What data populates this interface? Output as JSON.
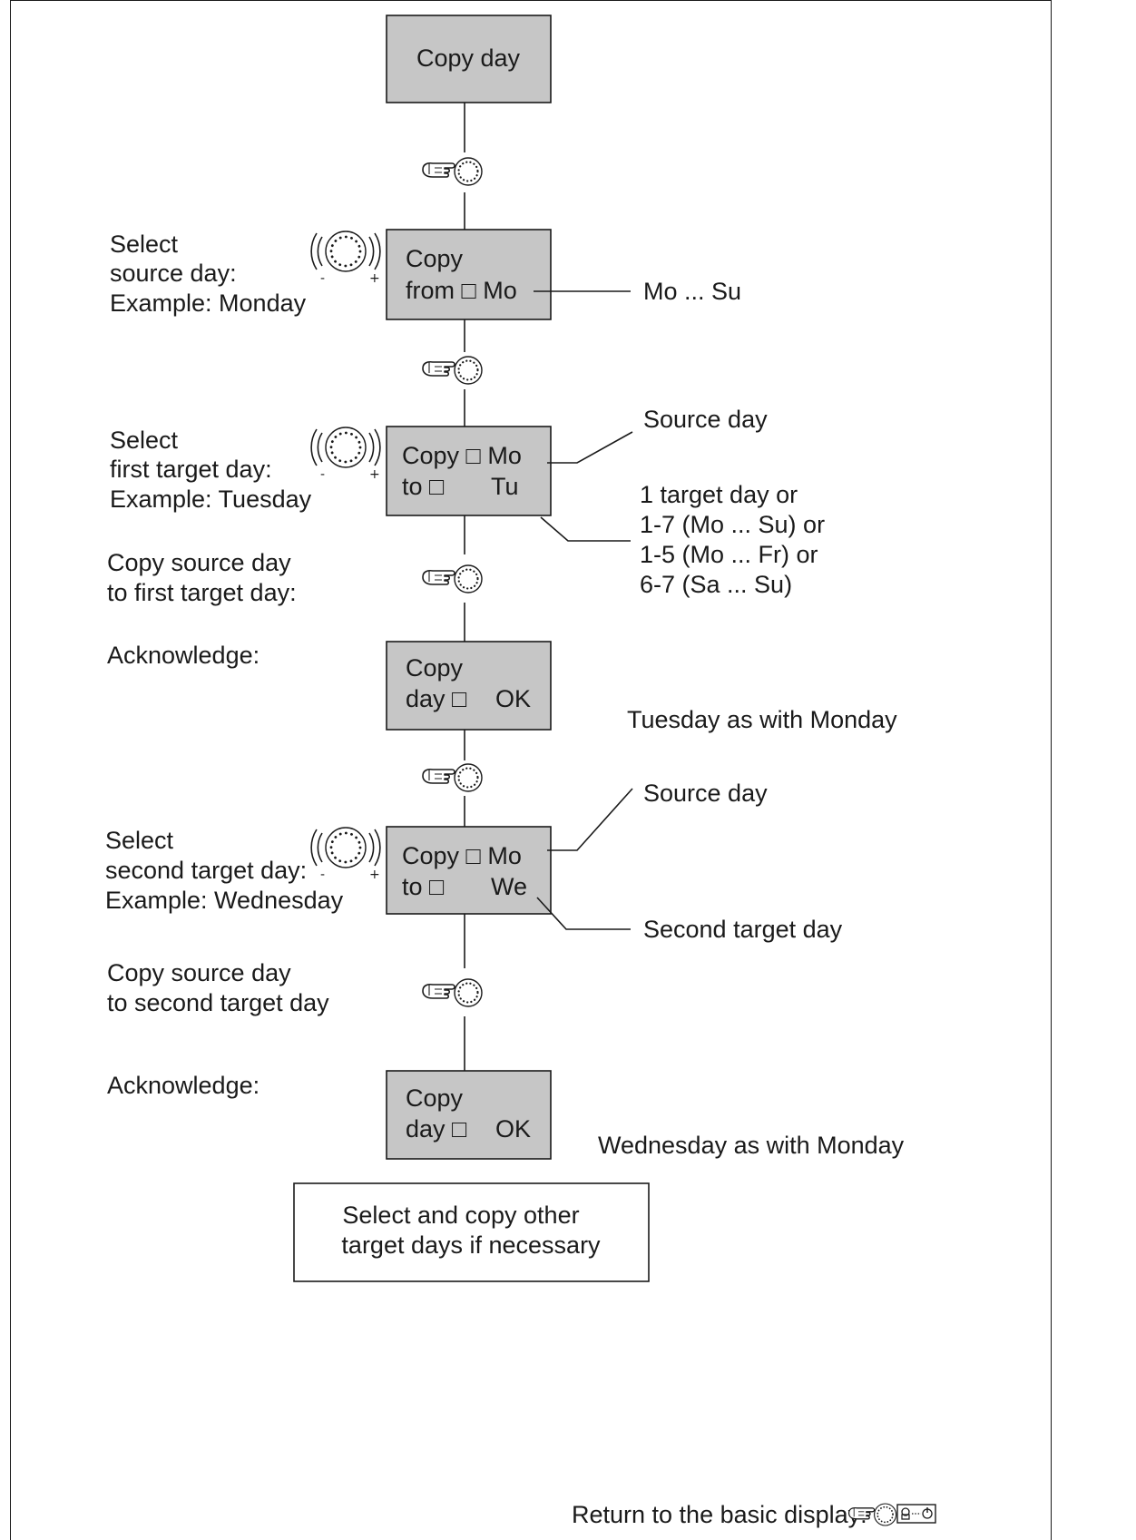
{
  "title_box": "Copy day",
  "square": "□",
  "step1": {
    "instruction": [
      "Select",
      "source day:",
      "Example: Monday"
    ],
    "display": [
      "Copy",
      "from □  Mo"
    ],
    "note": "Mo ... Su"
  },
  "step2": {
    "instruction": [
      "Select",
      "first target day:",
      "Example: Tuesday"
    ],
    "display_line1": "Copy □ Mo",
    "display_line2_a": "to □",
    "display_line2_b": "Tu",
    "note_source": "Source day",
    "note_targets": [
      "1 target day or",
      "1-7 (Mo ... Su) or",
      "1-5 (Mo ... Fr) or",
      "6-7 (Sa ... Su)"
    ]
  },
  "step3": {
    "instruction": [
      "Copy source day",
      "to first target day:"
    ]
  },
  "ack1": {
    "label": "Acknowledge:",
    "display": [
      "Copy",
      "day □",
      "OK"
    ],
    "note": "Tuesday as with Monday"
  },
  "step4": {
    "instruction": [
      "Select",
      "second target day:",
      "Example: Wednesday"
    ],
    "display_line1": "Copy □ Mo",
    "display_line2_a": "to □",
    "display_line2_b": "We",
    "note_source": "Source day",
    "note_target": "Second target day"
  },
  "step5": {
    "instruction": [
      "Copy source day",
      "to second target day"
    ]
  },
  "ack2": {
    "label": "Acknowledge:",
    "display": [
      "Copy",
      "day □",
      "OK"
    ],
    "note": "Wednesday as with Monday"
  },
  "final_box": [
    "Select and copy other",
    "target days if necessary"
  ],
  "footer": "Return to the basic display:",
  "icons": {
    "press": "pointing-hand-press-dial-icon",
    "rotate": "rotary-dial-icon",
    "menu_key": "key-symbol-icon"
  }
}
